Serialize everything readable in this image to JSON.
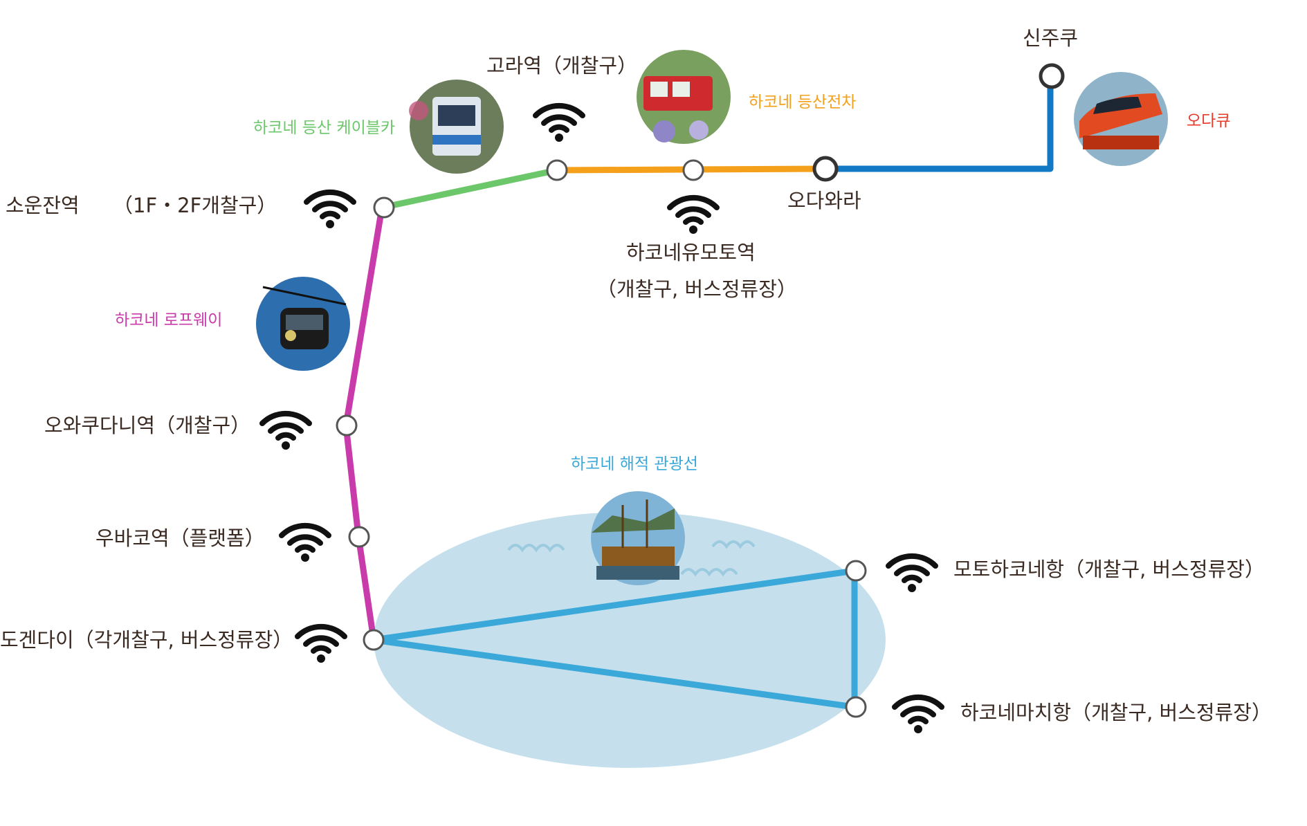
{
  "colors": {
    "cable_car": "#6cc76a",
    "tozan_train": "#f5a01a",
    "odakyu": "#1279c4",
    "ropeway": "#c93aaa",
    "pirate_ship": "#3aa8d8",
    "lake": "#c5e0ec",
    "station_fill": "#ffffff",
    "station_stroke": "#333333",
    "label_text": "#3a2a22",
    "wifi": "#111111",
    "odakyu_label": "#e83a2a"
  },
  "lines": {
    "cable_car": "하코네 등산 케이블카",
    "tozan_train": "하코네 등산전차",
    "odakyu": "오다큐",
    "ropeway": "하코네 로프웨이",
    "pirate_ship": "하코네 해적 관광선"
  },
  "stations": {
    "shinjuku": "신주쿠",
    "gora": "고라역（개찰구）",
    "odawara": "오다와라",
    "hakone_yumoto_name": "하코네유모토역",
    "hakone_yumoto_note": "（개찰구, 버스정류장）",
    "sounzan_name": "소운잔역",
    "sounzan_note": "（1F・2F개찰구）",
    "owakudani": "오와쿠다니역（개찰구）",
    "ubako": "우바코역（플랫폼）",
    "togendai": "도겐다이（각개찰구, 버스정류장）",
    "moto_hakone": "모토하코네항（개찰구, 버스정류장）",
    "hakone_machi": "하코네마치항（개찰구, 버스정류장）"
  },
  "icons": {
    "wifi": "wifi-icon",
    "photos": [
      "cable-car-photo",
      "tozan-train-photo",
      "odakyu-train-photo",
      "ropeway-gondola-photo",
      "pirate-ship-photo"
    ]
  }
}
